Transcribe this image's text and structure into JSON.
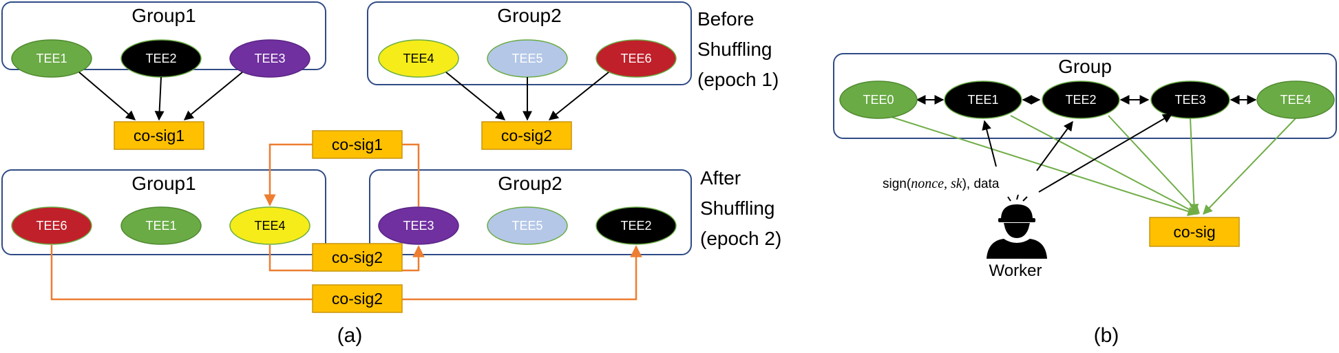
{
  "colors": {
    "group_border": "#2f4b86",
    "green": "#6aab45",
    "black": "#000000",
    "purple": "#7030a0",
    "yellow": "#f5ec19",
    "lightblue": "#b4c7e7",
    "red": "#c0202a",
    "cosig_fill": "#ffc000",
    "cosig_border": "#c9960c",
    "orange_line": "#ed7d31",
    "green_line": "#70ad47"
  },
  "panel_a": {
    "caption": "(a)",
    "before": {
      "label_lines": [
        "Before",
        "Shuffling",
        "(epoch 1)"
      ],
      "group1": {
        "title": "Group1",
        "tees": [
          "TEE1",
          "TEE2",
          "TEE3"
        ],
        "cosig": "co-sig1"
      },
      "group2": {
        "title": "Group2",
        "tees": [
          "TEE4",
          "TEE5",
          "TEE6"
        ],
        "cosig": "co-sig2"
      }
    },
    "after": {
      "label_lines": [
        "After",
        "Shuffling",
        "(epoch 2)"
      ],
      "group1": {
        "title": "Group1",
        "tees": [
          "TEE6",
          "TEE1",
          "TEE4"
        ]
      },
      "group2": {
        "title": "Group2",
        "tees": [
          "TEE3",
          "TEE5",
          "TEE2"
        ]
      },
      "cosig_top": "co-sig1",
      "cosig_mid": "co-sig2",
      "cosig_bottom": "co-sig2"
    }
  },
  "panel_b": {
    "caption": "(b)",
    "group_title": "Group",
    "tees": [
      "TEE0",
      "TEE1",
      "TEE2",
      "TEE3",
      "TEE4"
    ],
    "cosig": "co-sig",
    "worker_label": "Worker",
    "sign_prefix": "sign(",
    "sign_args": "nonce, sk",
    "sign_suffix": "), data"
  }
}
